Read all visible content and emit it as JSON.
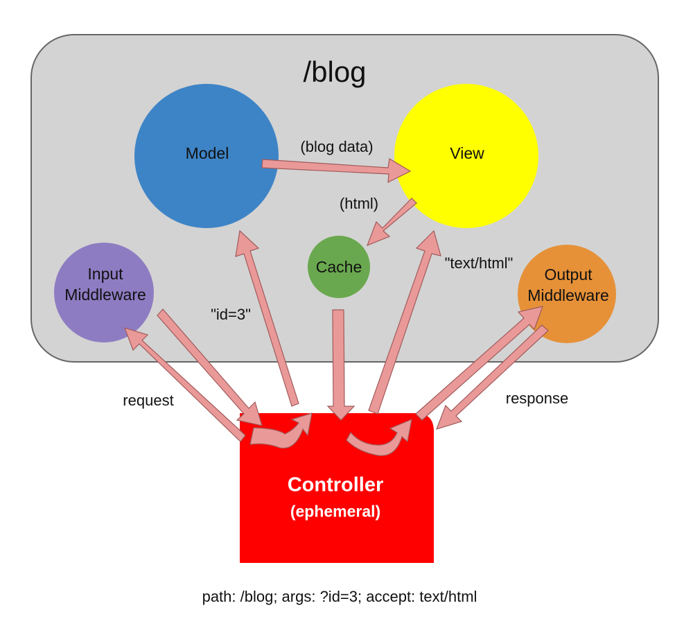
{
  "container": {
    "title": "/blog",
    "fill": "#d3d3d3",
    "stroke": "#666666"
  },
  "nodes": {
    "model": {
      "label": "Model",
      "color": "#3d84c6"
    },
    "view": {
      "label": "View",
      "color": "#ffff00"
    },
    "cache": {
      "label": "Cache",
      "color": "#6aa84f"
    },
    "input": {
      "line1": "Input",
      "line2": "Middleware",
      "color": "#8e7cc3"
    },
    "output": {
      "line1": "Output",
      "line2": "Middleware",
      "color": "#e69138"
    },
    "controller": {
      "title": "Controller",
      "subtitle": "(ephemeral)",
      "color": "#ff0000"
    }
  },
  "edge_labels": {
    "blog_data": "(blog data)",
    "html": "(html)",
    "id": "\"id=3\"",
    "text_html": "\"text/html\"",
    "request": "request",
    "response": "response"
  },
  "arrow_color": "#ea9999",
  "caption": "path: /blog; args: ?id=3; accept: text/html"
}
